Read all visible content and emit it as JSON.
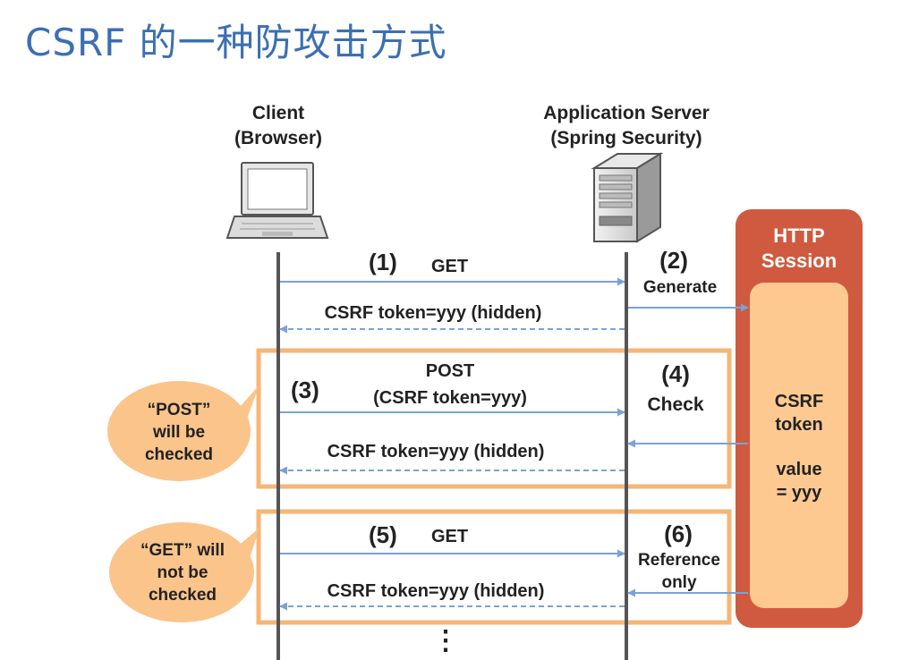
{
  "title": "CSRF 的一种防攻击方式",
  "client": {
    "line1": "Client",
    "line2": "(Browser)",
    "icon": "laptop-icon"
  },
  "server": {
    "line1": "Application Server",
    "line2": "(Spring Security)",
    "icon": "server-icon"
  },
  "session": {
    "title_line1": "HTTP",
    "title_line2": "Session",
    "token_line1": "CSRF",
    "token_line2": "token",
    "value_line1": "value",
    "value_line2": "= yyy"
  },
  "steps": {
    "s1": {
      "num": "(1)",
      "label": "GET"
    },
    "s2": {
      "num": "(2)",
      "label": "Generate"
    },
    "r1": "CSRF token=yyy (hidden)",
    "s3": {
      "num": "(3)",
      "label_line1": "POST",
      "label_line2": "(CSRF token=yyy)"
    },
    "s4": {
      "num": "(4)",
      "label": "Check"
    },
    "r2": "CSRF token=yyy (hidden)",
    "s5": {
      "num": "(5)",
      "label": "GET"
    },
    "s6": {
      "num": "(6)",
      "label_line1": "Reference",
      "label_line2": "only"
    },
    "r3": "CSRF token=yyy (hidden)"
  },
  "bubbles": {
    "post": {
      "line1": "“POST”",
      "line2": "will be",
      "line3": "checked"
    },
    "get": {
      "line1": "“GET” will",
      "line2": "not be",
      "line3": "checked"
    }
  },
  "continuation": "⋮",
  "colors": {
    "title": "#3b6fb3",
    "arrow": "#7aa2d6",
    "session_outer": "#cf5a3f",
    "session_inner": "#fdc990",
    "box": "#f6b676",
    "bubble": "#fbc48a"
  }
}
